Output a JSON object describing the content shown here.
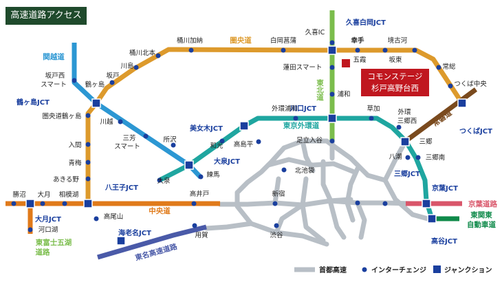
{
  "title": "高速道路アクセス",
  "destination": {
    "line1": "コモンステージ",
    "line2": "杉戸高野台西"
  },
  "colors": {
    "shuto": "#b8bfc6",
    "ken_o": "#dd9a2c",
    "kan_etsu": "#2c97d3",
    "gaikan": "#1fa6a0",
    "tohoku": "#7bbd4c",
    "joban": "#7a4a1e",
    "chuo": "#e07a1a",
    "tomei": "#4a5aa8",
    "keiyo": "#d9566a",
    "higashi_kanto": "#0f8a4a",
    "ic": "#1a3f9e",
    "jct": "#1a3f9e",
    "destination": "#c0171f"
  },
  "roads": {
    "ken_o": "圏央道",
    "kan_etsu": "関越道",
    "tohoku": "東北道",
    "gaikan": "東京外環道",
    "joban": "常磐道",
    "chuo": "中央道",
    "tomei": "東名高速道路",
    "keiyo": "京葉道路",
    "higashi_kanto": "東関東自動車道",
    "higashi_fujigoko": "東富士五湖道路"
  },
  "labels": {
    "okegawa_kano": "桶川加納",
    "okegawa_kita": "桶川北本",
    "shiraoka_shobu": "白岡菖蒲",
    "kuki_ic": "久喜IC",
    "satte": "幸手",
    "goka": "五霞",
    "sakaikoga": "境古河",
    "bando": "坂東",
    "joso": "常総",
    "tsukuba_chuo": "つくば中央",
    "hasuda": "蓮田スマート",
    "urawa": "浦和",
    "kawajima": "川島",
    "sakado": "坂戸",
    "sakado_nishi": "坂戸西",
    "smart": "スマート",
    "tsurugashima": "鶴ヶ島",
    "ken_o_tsurugashima": "圏央道鶴ヶ島",
    "kawagoe": "川越",
    "miyoshi": "三芳",
    "miyoshi_smart": "スマート",
    "tokorozawa": "所沢",
    "soka": "草加",
    "gaikan_urawa": "外環浦和",
    "misato_nishi_1": "外環",
    "misato_nishi_2": "三郷西",
    "misato": "三郷",
    "yashio": "八潮",
    "misato_minami": "三郷南",
    "wako": "和光",
    "takashimadaira": "高島平",
    "adachi_iriya": "足立入谷",
    "oizumi": "大泉",
    "nerima": "練馬",
    "iruma": "入間",
    "ome": "青梅",
    "akiruno": "あきる野",
    "ikebukuro": "北池袋",
    "shinjuku": "新宿",
    "takaido": "高井戸",
    "takaosan": "高尾山",
    "shibuya": "渋谷",
    "yoga": "用賀",
    "katsunuma": "勝沼",
    "otsuki": "大月",
    "sagamiko": "相模湖",
    "kawaguchiko": "河口湖"
  },
  "jcts": {
    "kuki_shiraoka": "久喜白岡JCT",
    "tsurugashima": "鶴ヶ島JCT",
    "kawaguchi": "川口JCT",
    "bijogi": "美女木JCT",
    "oizumi": "大泉JCT",
    "hachioji": "八王子JCT",
    "otsuki": "大月JCT",
    "ebina": "海老名JCT",
    "misato": "三郷JCT",
    "keiyo": "京葉JCT",
    "koya": "高谷JCT",
    "tsukuba": "つくばJCT"
  },
  "legend": {
    "shuto": "首都高速",
    "ic": "インターチェンジ",
    "jct": "ジャンクション"
  }
}
